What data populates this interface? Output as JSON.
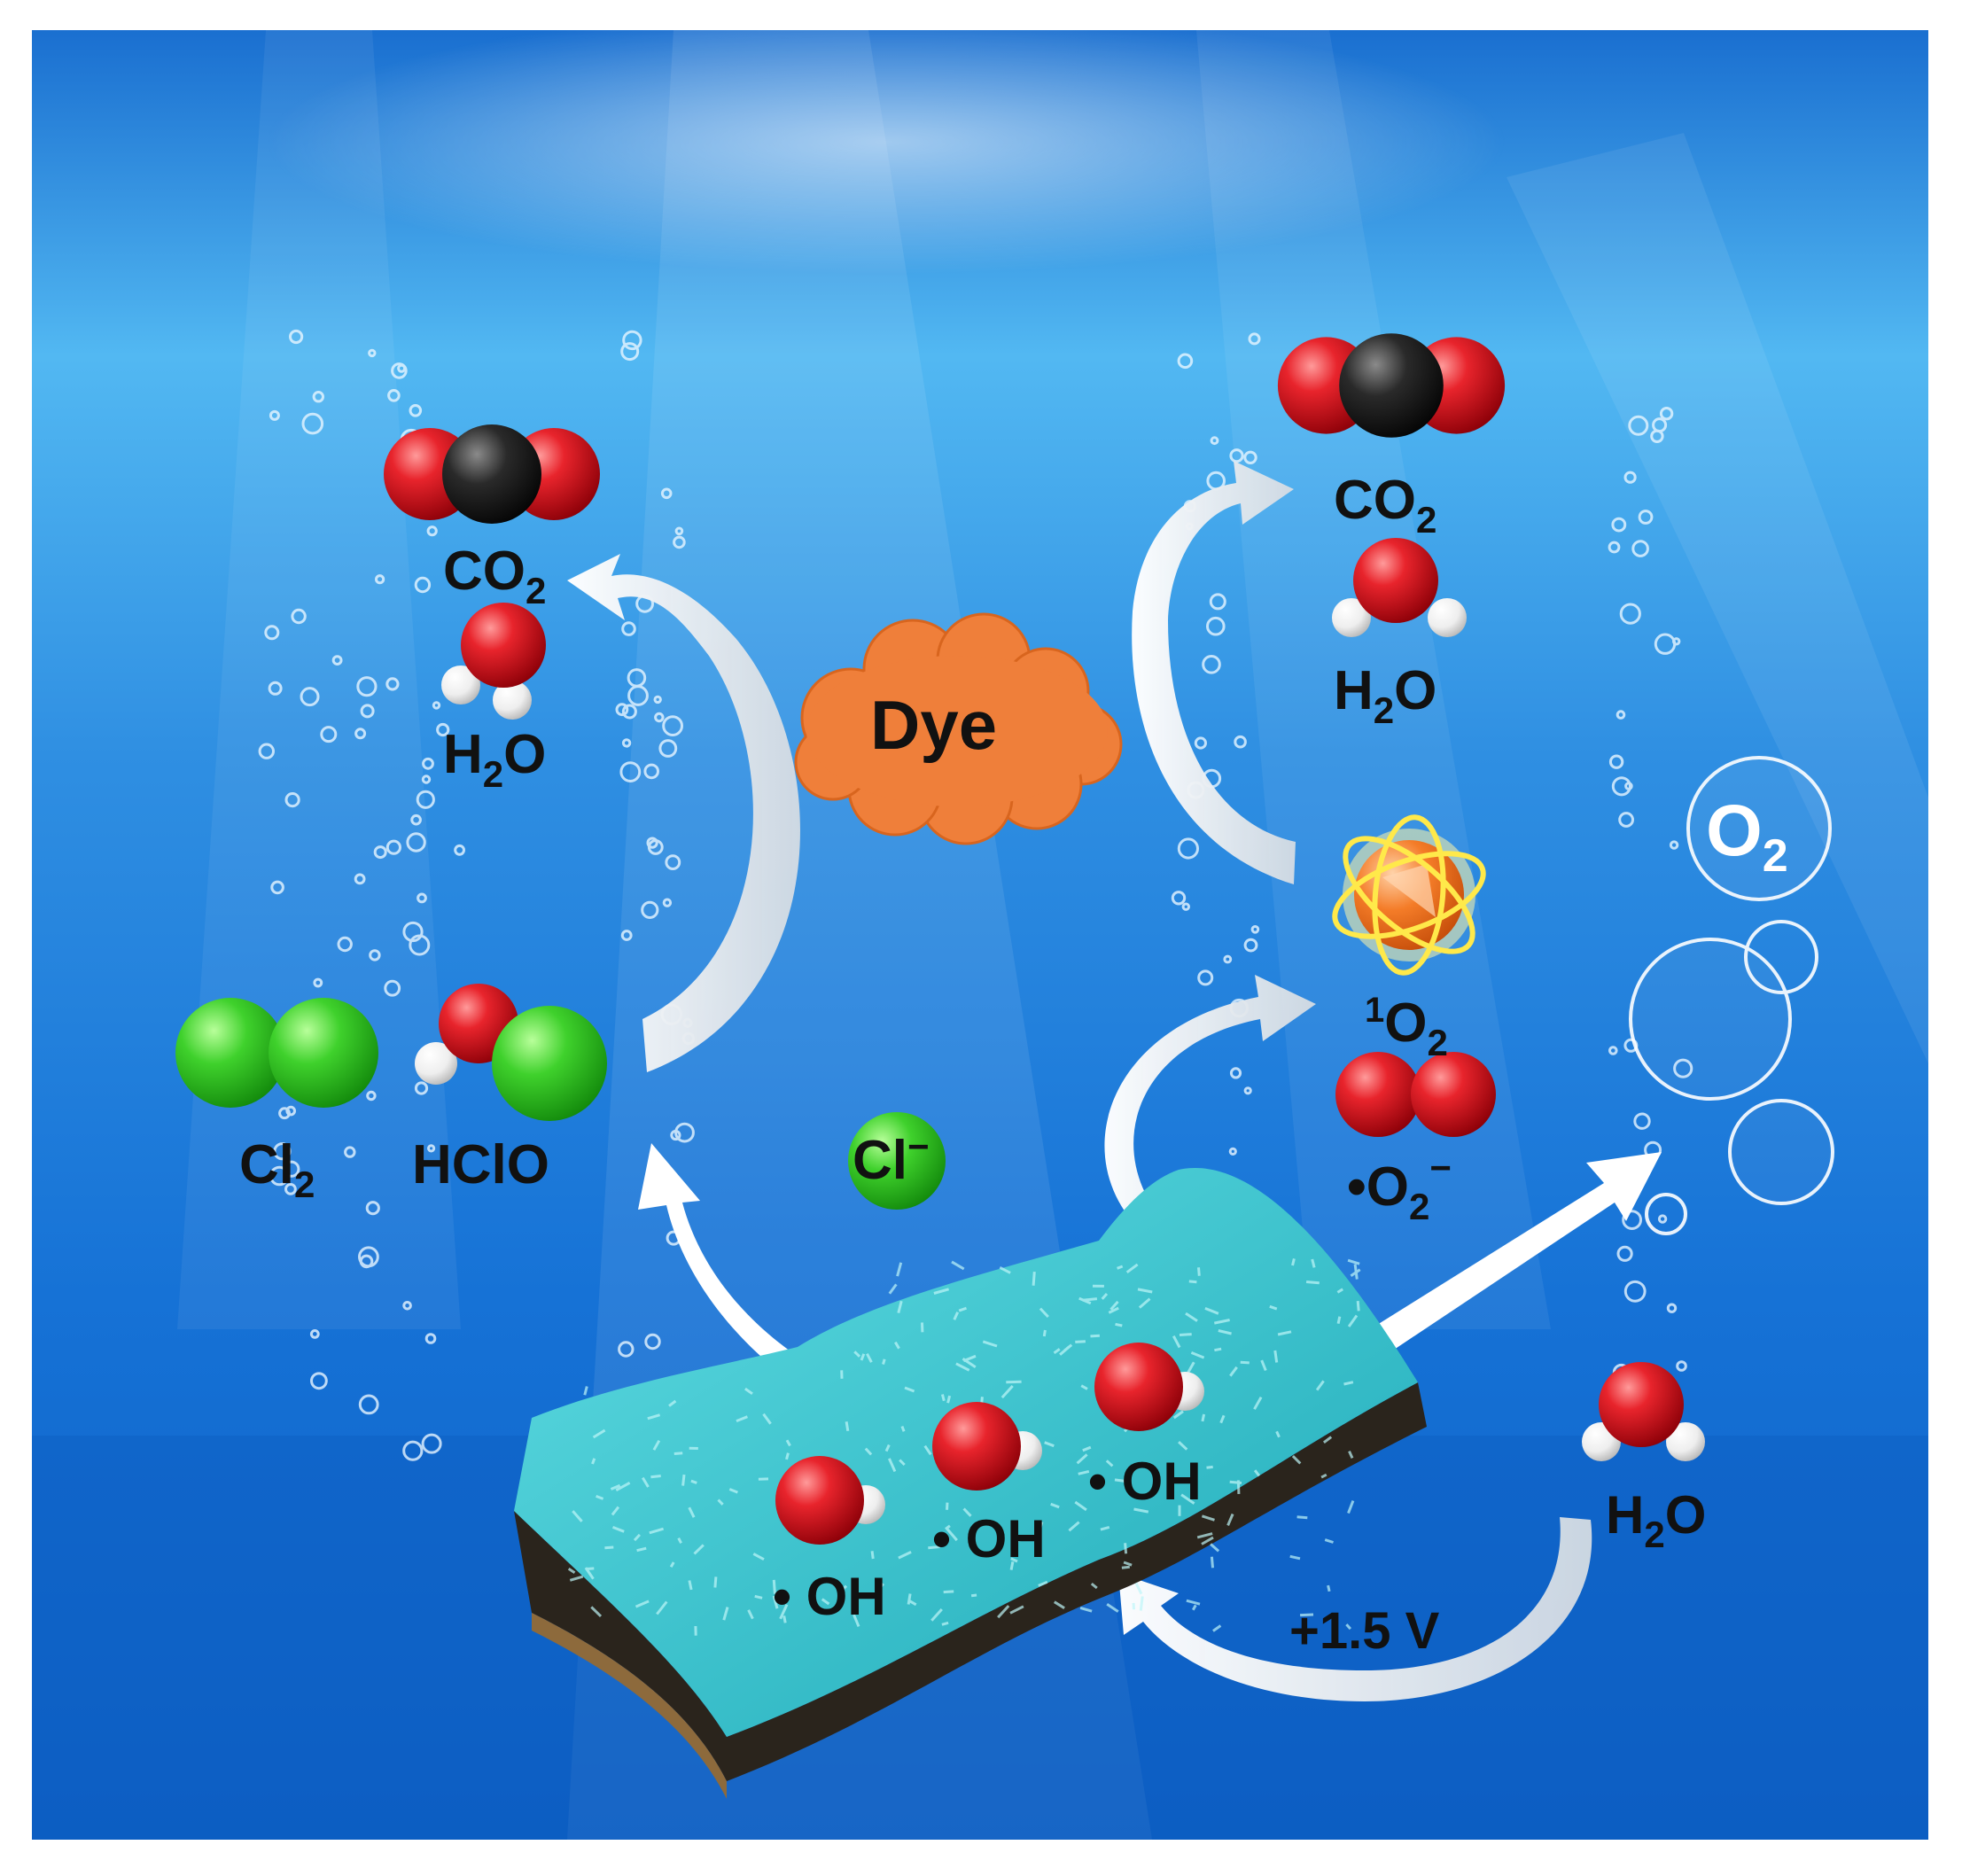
{
  "labels": {
    "left_co2": "CO",
    "left_co2_sub": "2",
    "left_h2o_a": "H",
    "left_h2o_sub": "2",
    "left_h2o_b": "O",
    "right_co2": "CO",
    "right_co2_sub": "2",
    "right_h2o_a": "H",
    "right_h2o_sub": "2",
    "right_h2o_b": "O",
    "dye": "Dye",
    "singlet_sup": "1",
    "singlet_o": "O",
    "singlet_sub": "2",
    "superoxide_a": "•O",
    "superoxide_sub": "2",
    "superoxide_sup": "−",
    "cl2_a": "Cl",
    "cl2_sub": "2",
    "hclo": "HClO",
    "chloride_a": "Cl",
    "chloride_sup": "−",
    "oh_1": "• OH",
    "oh_2": "• OH",
    "oh_3": "• OH",
    "water_a": "H",
    "water_sub": "2",
    "water_b": "O",
    "voltage": "+1.5 V",
    "o2_bubble_a": "O",
    "o2_bubble_sub": "2"
  },
  "colors": {
    "oxygen_atom": "#e0141e",
    "carbon_atom": "#1e1e1e",
    "hydrogen_atom": "#f2f2f2",
    "chlorine_atom": "#36d12a",
    "dye_cloud": "#ef7f3a",
    "electrode_surface": "#3cc6cf",
    "water_deep": "#0a63c8",
    "water_light": "#9fe2ff"
  },
  "icons": [
    "co2-molecule",
    "h2o-molecule",
    "cl2-molecule",
    "hclo-molecule",
    "chloride-ion",
    "singlet-oxygen",
    "o2-molecule",
    "dye-cloud",
    "electrode",
    "oxygen-bubble"
  ]
}
